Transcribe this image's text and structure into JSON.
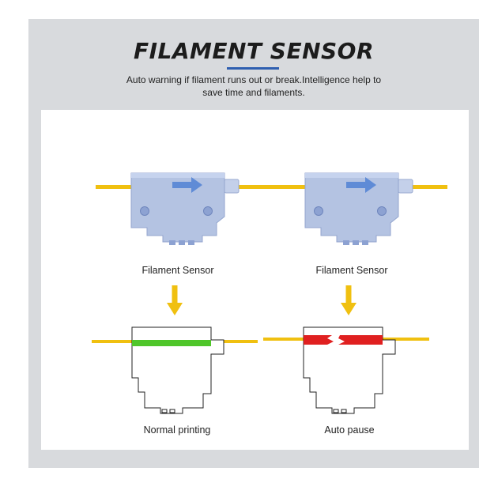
{
  "header": {
    "title": "FILAMENT SENSOR",
    "subtitle": "Auto warning if filament runs out or break.Intelligence help to save time and filaments."
  },
  "diagrams": {
    "left_sensor_label": "Filament Sensor",
    "right_sensor_label": "Filament Sensor",
    "left_result_label": "Normal printing",
    "right_result_label": "Auto pause"
  },
  "colors": {
    "frame_background": "#d8dadd",
    "title_underline": "#2f5fb0",
    "filament": "#f0c010",
    "arrow": "#f0c010",
    "sensor_body": "#b4c3e2",
    "sensor_arrow": "#5f8bd6",
    "normal_signal": "#4fc62a",
    "break_signal": "#e02020"
  },
  "icons": [
    "filament-sensor-icon",
    "down-arrow-icon",
    "sensor-outline-icon"
  ]
}
